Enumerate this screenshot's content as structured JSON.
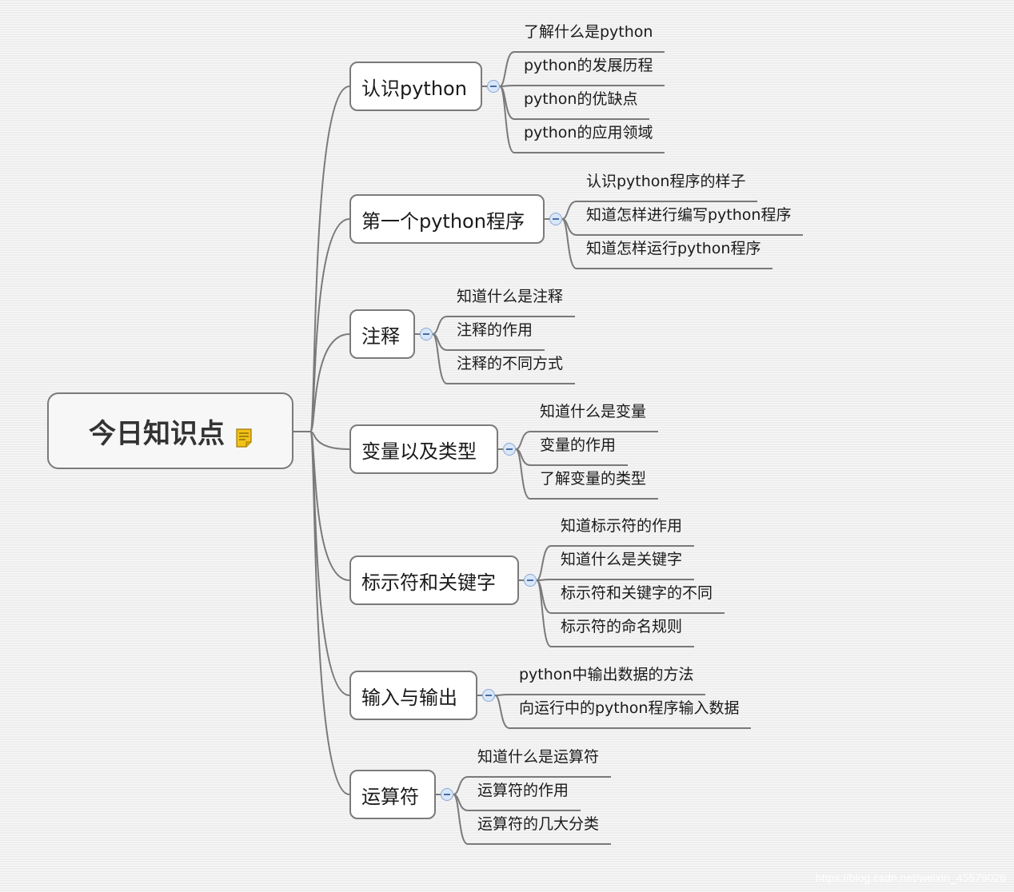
{
  "root": {
    "label": "今日知识点",
    "icon": "note-icon"
  },
  "branches": [
    {
      "label": "认识python",
      "children": [
        "了解什么是python",
        "python的发展历程",
        "python的优缺点",
        "python的应用领域"
      ]
    },
    {
      "label": "第一个python程序",
      "children": [
        "认识python程序的样子",
        "知道怎样进行编写python程序",
        "知道怎样运行python程序"
      ]
    },
    {
      "label": "注释",
      "children": [
        "知道什么是注释",
        "注释的作用",
        "注释的不同方式"
      ]
    },
    {
      "label": "变量以及类型",
      "children": [
        "知道什么是变量",
        "变量的作用",
        "了解变量的类型"
      ]
    },
    {
      "label": "标示符和关键字",
      "children": [
        "知道标示符的作用",
        "知道什么是关键字",
        "标示符和关键字的不同",
        "标示符的命名规则"
      ]
    },
    {
      "label": "输入与输出",
      "children": [
        "python中输出数据的方法",
        "向运行中的python程序输入数据"
      ]
    },
    {
      "label": "运算符",
      "children": [
        "知道什么是运算符",
        "运算符的作用",
        "运算符的几大分类"
      ]
    }
  ],
  "watermark": "https://blog.csdn.net/weixin_45579026",
  "colors": {
    "line": "#7a7a7a",
    "collapse_fill": "#d9e6f8",
    "collapse_border": "#8aa9d6"
  }
}
